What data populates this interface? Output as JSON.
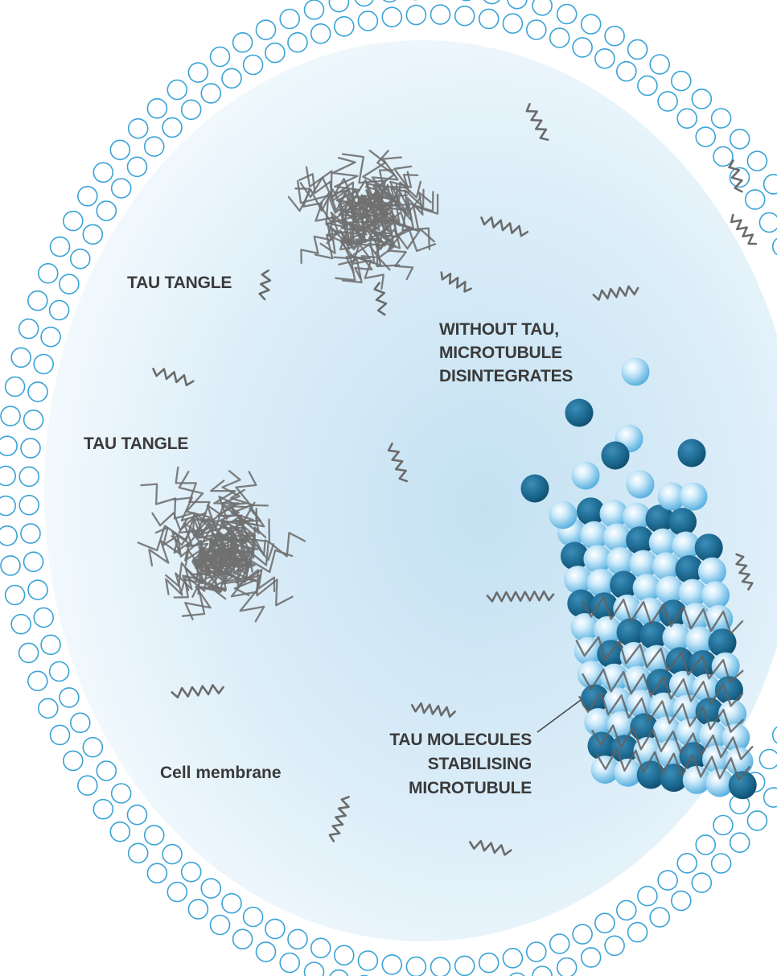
{
  "labels": {
    "tangle_upper": "TAU TANGLE",
    "tangle_lower": "TAU TANGLE",
    "without_tau_line1": "WITHOUT TAU,",
    "without_tau_line2": "MICROTUBULE",
    "without_tau_line3": "DISINTEGRATES",
    "stabilising_line1": "TAU MOLECULES",
    "stabilising_line2": "STABILISING",
    "stabilising_line3": "MICROTUBULE",
    "membrane": "Cell membrane"
  },
  "colors": {
    "membrane_bead": "#3aa3d6",
    "cytoplasm_center": "#c4e1f2",
    "tau_strand": "#6b6b6b",
    "subunit_dark": "#1f6d95",
    "subunit_light": "#8fd0f0",
    "text": "#3a3a3a"
  },
  "icons": {
    "membrane": "phospholipid-bilayer-ring",
    "tangle": "tau-tangle-scribble",
    "free_tau": "tau-squiggle",
    "microtubule": "microtubule-cylinder"
  }
}
